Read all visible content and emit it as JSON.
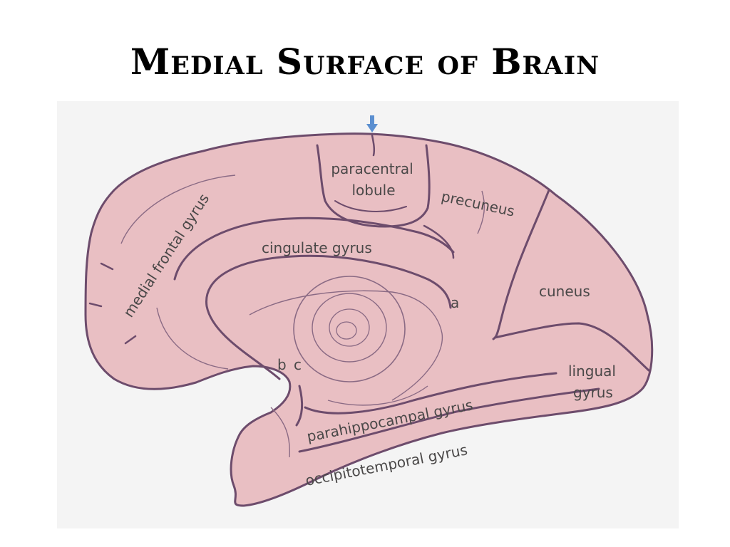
{
  "slide": {
    "title": "Medial Surface of Brain"
  },
  "diagram": {
    "colors": {
      "brain_fill": "#e9bfc3",
      "outline": "#6d4c6c",
      "inner_line": "#8a6a84",
      "label": "#4a4848",
      "arrow": "#5b8fd0"
    },
    "labels": {
      "paracentral_line1": "paracentral",
      "paracentral_line2": "lobule",
      "precuneus": "precuneus",
      "medial_frontal": "medial frontal gyrus",
      "cingulate": "cingulate gyrus",
      "cuneus": "cuneus",
      "a": "a",
      "b": "b",
      "c": "c",
      "lingual_line1": "lingual",
      "lingual_line2": "gyrus",
      "parahippocampal": "parahippocampal gyrus",
      "occipitotemporal": "occipitotemporal gyrus"
    }
  }
}
